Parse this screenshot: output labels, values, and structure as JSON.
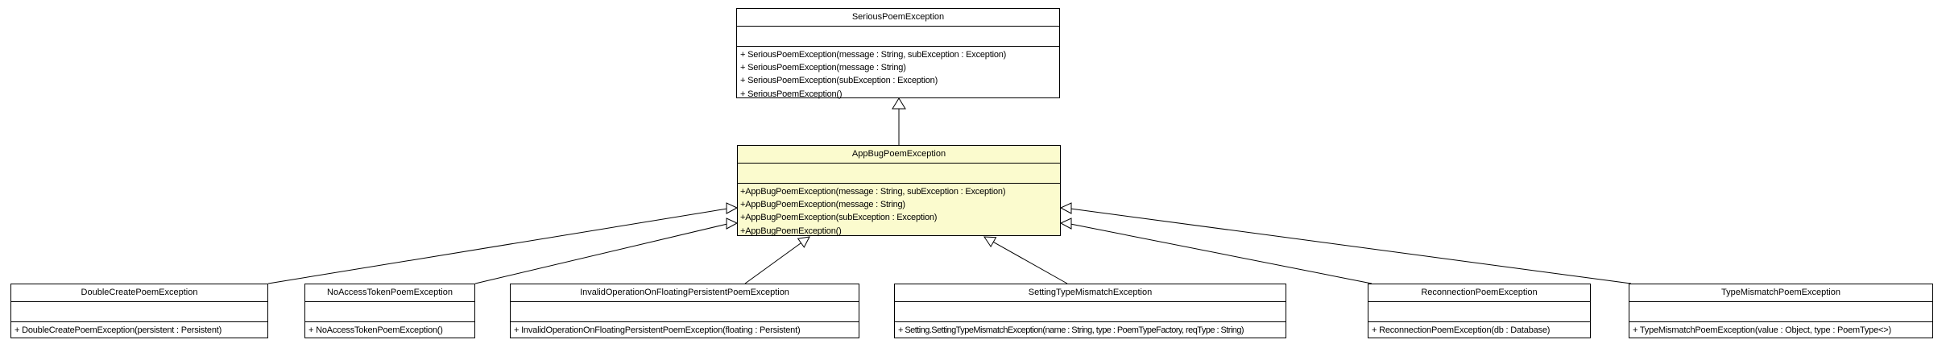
{
  "diagram": {
    "type": "uml-class-diagram",
    "background_color": "#ffffff",
    "box_fill_color": "#ffffff",
    "highlight_fill_color": "#fbfbce",
    "border_color": "#000000",
    "classes": [
      {
        "name": "SeriousPoemException",
        "highlighted": false,
        "attributes": [],
        "methods": [
          "+ SeriousPoemException(message : String, subException : Exception)",
          "+ SeriousPoemException(message : String)",
          "+ SeriousPoemException(subException : Exception)",
          "+ SeriousPoemException()"
        ]
      },
      {
        "name": "AppBugPoemException",
        "highlighted": true,
        "attributes": [],
        "methods": [
          "+AppBugPoemException(message : String, subException : Exception)",
          "+AppBugPoemException(message : String)",
          "+AppBugPoemException(subException : Exception)",
          "+AppBugPoemException()"
        ]
      },
      {
        "name": "DoubleCreatePoemException",
        "highlighted": false,
        "attributes": [],
        "methods": [
          "+ DoubleCreatePoemException(persistent : Persistent)"
        ]
      },
      {
        "name": "NoAccessTokenPoemException",
        "highlighted": false,
        "attributes": [],
        "methods": [
          "+ NoAccessTokenPoemException()"
        ]
      },
      {
        "name": "InvalidOperationOnFloatingPersistentPoemException",
        "highlighted": false,
        "attributes": [],
        "methods": [
          "+ InvalidOperationOnFloatingPersistentPoemException(floating : Persistent)"
        ]
      },
      {
        "name": "SettingTypeMismatchException",
        "highlighted": false,
        "attributes": [],
        "methods": [
          "+ Setting.SettingTypeMismatchException(name : String, type : PoemTypeFactory, reqType : String)"
        ]
      },
      {
        "name": "ReconnectionPoemException",
        "highlighted": false,
        "attributes": [],
        "methods": [
          "+ ReconnectionPoemException(db : Database)"
        ]
      },
      {
        "name": "TypeMismatchPoemException",
        "highlighted": false,
        "attributes": [],
        "methods": [
          "+ TypeMismatchPoemException(value : Object, type : PoemType<>)"
        ]
      }
    ],
    "relations": [
      {
        "from": "AppBugPoemException",
        "to": "SeriousPoemException",
        "type": "generalization"
      },
      {
        "from": "DoubleCreatePoemException",
        "to": "AppBugPoemException",
        "type": "generalization"
      },
      {
        "from": "NoAccessTokenPoemException",
        "to": "AppBugPoemException",
        "type": "generalization"
      },
      {
        "from": "InvalidOperationOnFloatingPersistentPoemException",
        "to": "AppBugPoemException",
        "type": "generalization"
      },
      {
        "from": "SettingTypeMismatchException",
        "to": "AppBugPoemException",
        "type": "generalization"
      },
      {
        "from": "ReconnectionPoemException",
        "to": "AppBugPoemException",
        "type": "generalization"
      },
      {
        "from": "TypeMismatchPoemException",
        "to": "AppBugPoemException",
        "type": "generalization"
      }
    ]
  }
}
